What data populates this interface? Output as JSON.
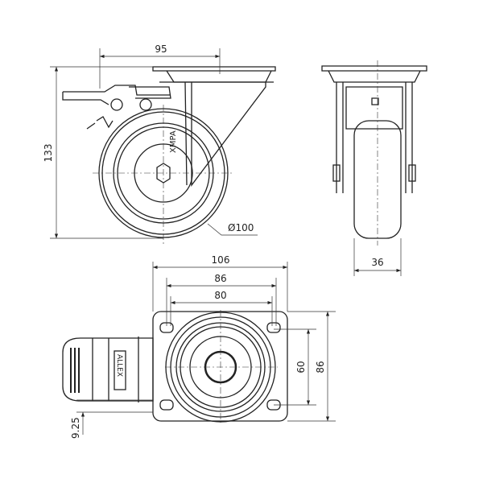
{
  "title": "Swivel caster with brake - dimension drawing",
  "dimensions": {
    "offset": "95",
    "height": "133",
    "wheel_diameter": "Ø100",
    "wheel_width": "36",
    "plate_width": "106",
    "plate_length_outer": "86",
    "hole_spacing_width": "80",
    "hole_spacing_length": "60",
    "plate_length": "86",
    "brake_offset": "9.25"
  },
  "logos": {
    "side": "XMPA",
    "brake": "ALLEX"
  },
  "colors": {
    "line": "#222222",
    "background": "#ffffff"
  }
}
